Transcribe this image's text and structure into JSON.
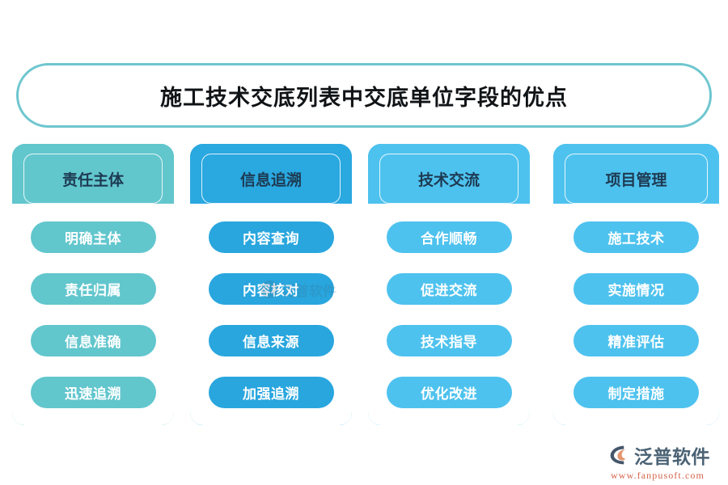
{
  "title": {
    "text": "施工技术交底列表中交底单位字段的优点",
    "border_color": "#6ec6cf"
  },
  "columns": [
    {
      "id": "responsibility",
      "header": "责任主体",
      "color": "#62c6cd",
      "band_color": "#62c6cd",
      "pill_color": "#62c6cd",
      "items": [
        "明确主体",
        "责任归属",
        "信息准确",
        "迅速追溯"
      ]
    },
    {
      "id": "traceability",
      "header": "信息追溯",
      "color": "#2aa8e0",
      "band_color": "#2aa8e0",
      "pill_color": "#29a6de",
      "items": [
        "内容查询",
        "内容核对",
        "信息来源",
        "加强追溯"
      ]
    },
    {
      "id": "tech-exchange",
      "header": "技术交流",
      "color": "#4ec2ee",
      "band_color": "#4ec2ee",
      "pill_color": "#4ec2ee",
      "items": [
        "合作顺畅",
        "促进交流",
        "技术指导",
        "优化改进"
      ]
    },
    {
      "id": "project-management",
      "header": "项目管理",
      "color": "#4ec2ee",
      "band_color": "#4ec2ee",
      "pill_color": "#4ec2ee",
      "items": [
        "施工技术",
        "实施情况",
        "精准评估",
        "制定措施"
      ]
    }
  ],
  "watermark": {
    "text": "泛普软件"
  },
  "logo": {
    "name": "泛普软件",
    "url": "www.fanpusoft.com",
    "name_color": "#4a6274",
    "url_color": "#d4644a",
    "mark_color": "#44566a",
    "mark_accent": "#e2956f"
  }
}
